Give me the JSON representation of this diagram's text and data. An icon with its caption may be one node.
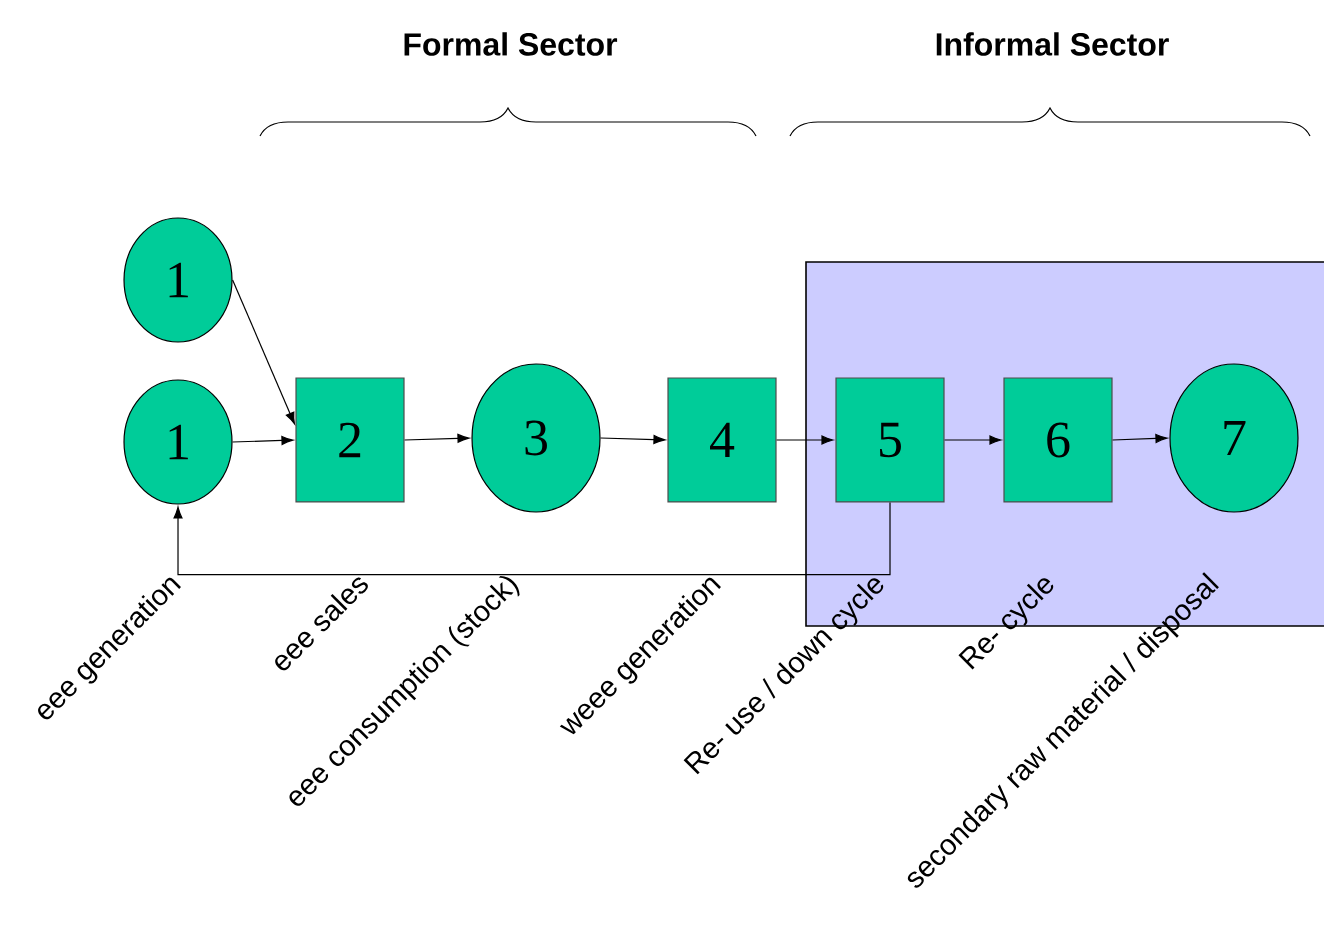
{
  "diagram": {
    "nodes": [
      {
        "text": [
          "1"
        ]
      },
      {
        "text": [
          "1"
        ]
      },
      {
        "text": [
          "2"
        ]
      },
      {
        "text": [
          "3"
        ]
      },
      {
        "text": [
          "4"
        ]
      },
      {
        "text": [],
        "shape": "box"
      },
      {
        "text": [
          "5"
        ],
        "in": 5
      },
      {
        "text": [
          "6"
        ],
        "in": 5
      },
      {
        "text": [
          "7"
        ],
        "in": 5
      }
    ],
    "edges": [
      {
        "from": 0,
        "to": 2,
        "arrow": "to"
      },
      {
        "from": 1,
        "to": 2,
        "arrow": "to"
      },
      {
        "from": 2,
        "to": 3,
        "arrow": "to"
      },
      {
        "from": 3,
        "to": 4,
        "arrow": "to"
      },
      {
        "from": 4,
        "to": 6,
        "arrow": "to"
      },
      {
        "from": 6,
        "to": 7,
        "arrow": "to"
      },
      {
        "from": 7,
        "to": 8,
        "arrow": "to"
      },
      {
        "from": 6,
        "to": 1,
        "arrow": "to"
      }
    ],
    "labels": [
      "Formal Sector",
      "Informal Sector",
      "eee generation",
      "eee sales",
      "eee consumption (stock)",
      "weee generation",
      "Re- use / down cycle",
      "Re- cycle",
      "secondary raw material / disposal"
    ]
  }
}
